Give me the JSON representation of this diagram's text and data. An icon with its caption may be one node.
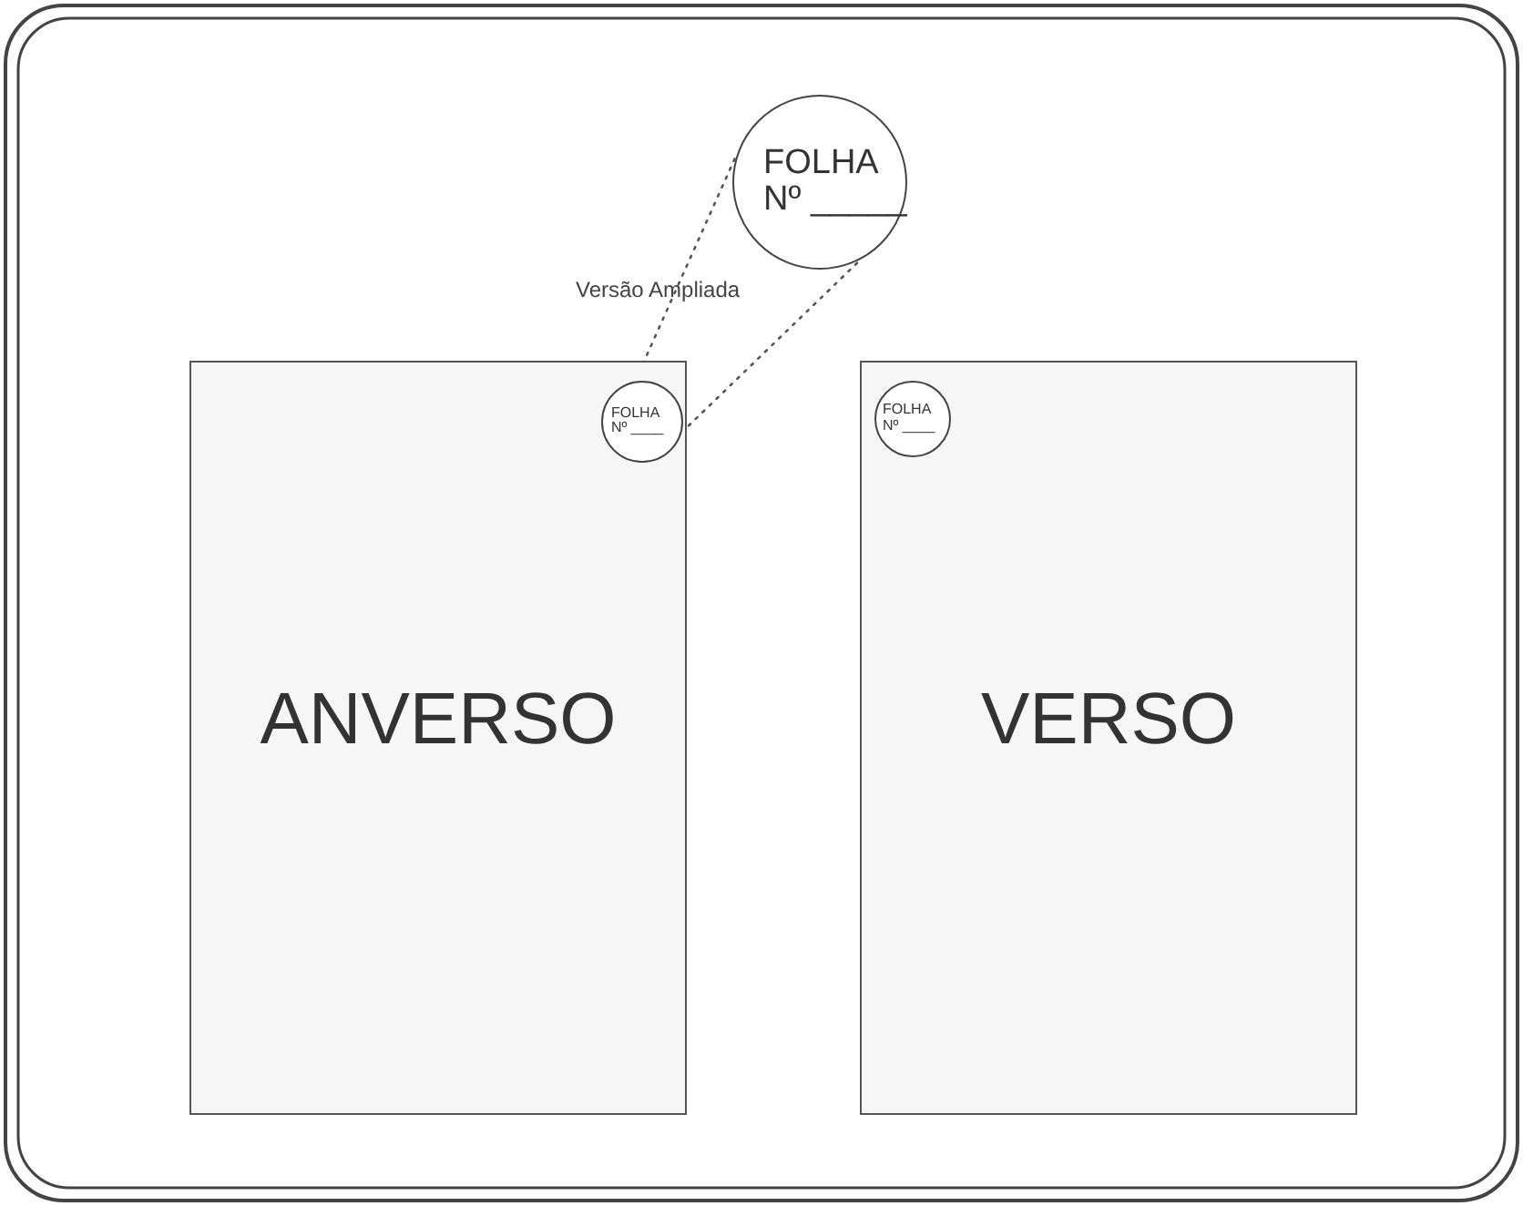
{
  "diagram": {
    "nodes": [
      {
        "text": [
          "FOLHA",
          "Nº _____"
        ]
      },
      {
        "text": [
          "ANVERSO"
        ]
      },
      {
        "text": [
          "FOLHA",
          "Nº ____"
        ],
        "in": 1
      },
      {
        "text": [
          "VERSO"
        ]
      },
      {
        "text": [
          "FOLHA",
          "Nº ____"
        ],
        "in": 3
      }
    ],
    "edges": [
      {
        "from": 2,
        "to": 0,
        "arrow": "none",
        "style": "dashed"
      },
      {
        "from": 2,
        "to": 0,
        "arrow": "none",
        "style": "dashed"
      }
    ],
    "labels": [
      "Versão Ampliada"
    ]
  }
}
